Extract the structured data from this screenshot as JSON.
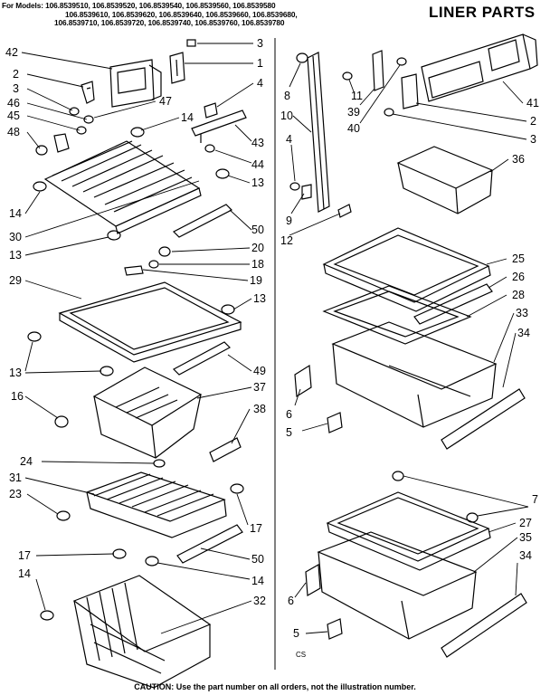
{
  "header": {
    "models_line1": "For Models: 106.8539510, 106.8539520, 106.8539540, 106.8539560, 106.8539580",
    "models_line2": "106.8539610, 106.8539620, 106.8539640, 106.8539660, 106.8539680,",
    "models_line3": "106.8539710, 106.8539720, 106.8539740, 106.8539760, 106.8539780",
    "title": "LINER PARTS"
  },
  "footer": {
    "caution": "CAUTION: Use the part number on all orders, not the illustration number.",
    "code": "CS"
  },
  "callouts": [
    "1",
    "2",
    "3",
    "4",
    "5",
    "6",
    "7",
    "8",
    "9",
    "10",
    "11",
    "12",
    "13",
    "14",
    "16",
    "17",
    "18",
    "19",
    "20",
    "23",
    "24",
    "25",
    "26",
    "27",
    "28",
    "29",
    "30",
    "31",
    "32",
    "33",
    "34",
    "35",
    "36",
    "37",
    "38",
    "39",
    "40",
    "41",
    "42",
    "43",
    "44",
    "45",
    "46",
    "47",
    "48",
    "49",
    "50"
  ]
}
